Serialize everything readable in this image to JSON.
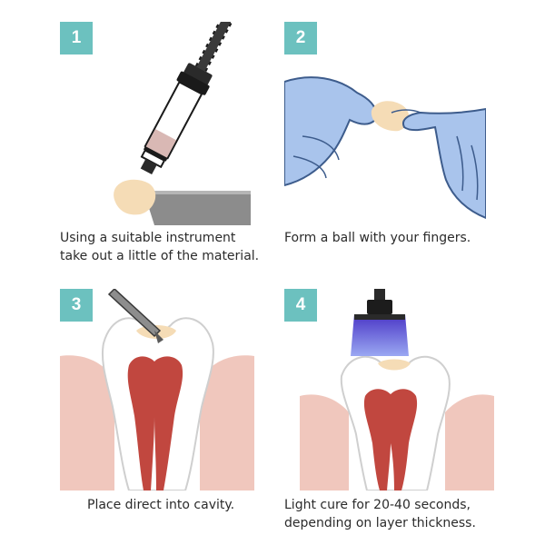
{
  "steps": [
    {
      "number": "1",
      "caption": "Using a suitable instrument take out a little of the material."
    },
    {
      "number": "2",
      "caption": "Form a ball with your fingers."
    },
    {
      "number": "3",
      "caption": "Place direct into cavity."
    },
    {
      "number": "4",
      "caption": "Light cure for 20-40 seconds, depending on layer thickness."
    }
  ],
  "colors": {
    "badge": "#6cc1bf",
    "glove": "#a9c4ec",
    "material": "#f5dcb6",
    "gum": "#f0c7bd",
    "pulp": "#c1473f",
    "light": "#4a36c6"
  }
}
